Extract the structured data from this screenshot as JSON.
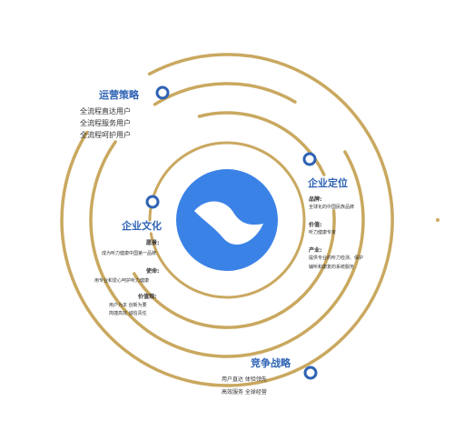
{
  "colors": {
    "ring": "#c9a85f",
    "accent": "#2f63b4",
    "logo_blue": "#3b82e6",
    "node_border": "#2f63b4",
    "text": "#333333"
  },
  "logo": {
    "icon": "bird-wave-logo-icon"
  },
  "strategy": {
    "title": "运营策略",
    "lines": [
      "全流程直达用户",
      "全流程服务用户",
      "全流程呵护用户"
    ]
  },
  "positioning": {
    "title": "企业定位",
    "brand_label": "品牌:",
    "brand_value": "全球化的中国民族品牌",
    "value_label": "价值:",
    "value_value": "听力健康专家",
    "industry_label": "产业:",
    "industry_lines": [
      "提供专业的听力检测、保护",
      "辅听和康复的系统服务"
    ]
  },
  "culture": {
    "title": "企业文化",
    "vision_label": "愿景:",
    "vision_value": "成为听力健康中国第一品牌",
    "mission_label": "使命:",
    "mission_value": "用专业和爱心呵护听力健康",
    "values_label": "价值观:",
    "values_lines": [
      "用户为本   创新为要",
      "简捷高效   诚信责任"
    ]
  },
  "competition": {
    "title": "竞争战略",
    "lines": [
      "用户直达  体验领先",
      "高效服务  全球经营"
    ]
  }
}
